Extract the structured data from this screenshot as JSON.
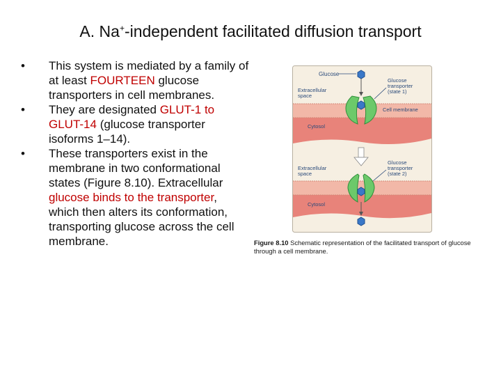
{
  "title": {
    "prefix": "A. Na",
    "superscript": "+",
    "suffix": "-independent facilitated diffusion transport"
  },
  "bullets": [
    {
      "parts": [
        {
          "text": "This system is mediated by a family of at least ",
          "highlight": false
        },
        {
          "text": "FOURTEEN",
          "highlight": true
        },
        {
          "text": " glucose transporters in cell membranes.",
          "highlight": false
        }
      ]
    },
    {
      "parts": [
        {
          "text": "They are designated ",
          "highlight": false
        },
        {
          "text": "GLUT-1 to GLUT-14",
          "highlight": true
        },
        {
          "text": " (glucose transporter isoforms 1–14).",
          "highlight": false
        }
      ]
    },
    {
      "parts": [
        {
          "text": "These transporters exist in the membrane in two conformational states (Figure 8.10). Extracellular ",
          "highlight": false
        },
        {
          "text": "glucose binds to the transporter",
          "highlight": true
        },
        {
          "text": ", which then alters its conformation, transporting glucose across the cell membrane.",
          "highlight": false
        }
      ]
    }
  ],
  "figure": {
    "labels": {
      "glucose": "Glucose",
      "extracellular_space_1": "Extracellular\nspace",
      "transporter_state1": "Glucose\ntransporter\n(state 1)",
      "cell_membrane": "Cell membrane",
      "cytosol_1": "Cytosol",
      "extracellular_space_2": "Extracellular\nspace",
      "transporter_state2": "Glucose\ntransporter\n(state 2)",
      "cytosol_2": "Cytosol"
    },
    "colors": {
      "frame_bg": "#f6efe2",
      "frame_border": "#b8b0a0",
      "cytosol": "#e8837a",
      "membrane": "#f2b8a8",
      "transporter": "#6cc96a",
      "transporter_dark": "#2f8f3a",
      "glucose": "#3a78c8",
      "label_blue": "#2a4a7a",
      "text_red": "#c00000"
    },
    "caption_label": "Figure 8.10",
    "caption_text": "Schematic representation of the facilitated transport of glucose through a cell membrane."
  }
}
